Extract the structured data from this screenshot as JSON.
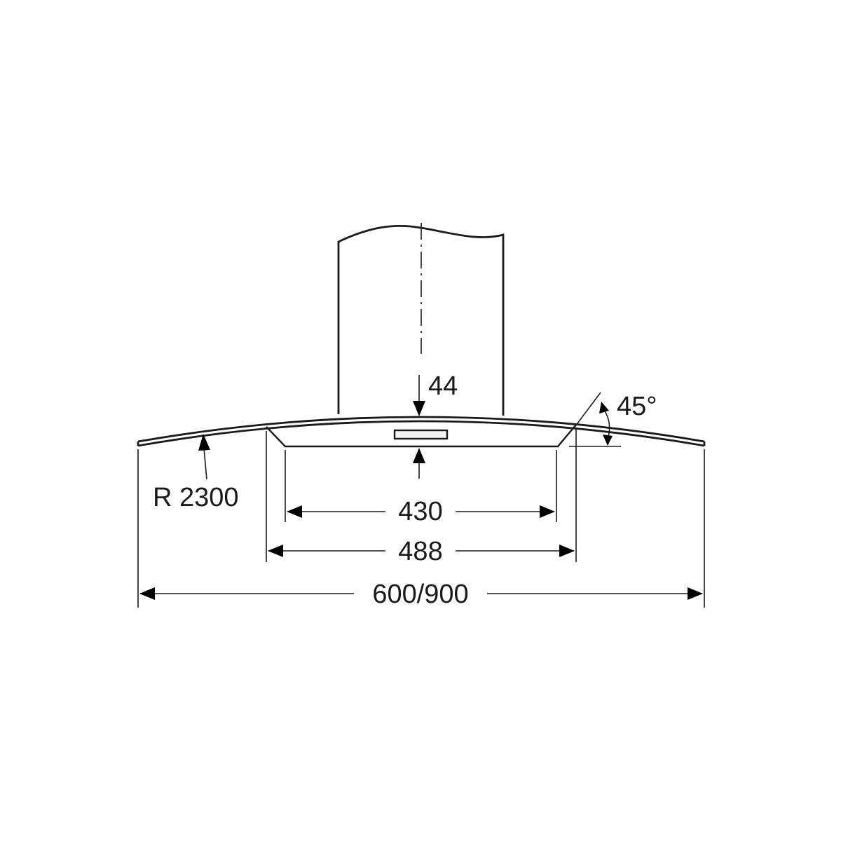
{
  "dimensions": {
    "radius": "R 2300",
    "glass_thickness": "44",
    "angle": "45°",
    "inner_width": "430",
    "middle_width": "488",
    "overall_width": "600/900"
  },
  "colors": {
    "line": "#1a1a1a",
    "arrow": "#000000",
    "background": "#ffffff"
  }
}
